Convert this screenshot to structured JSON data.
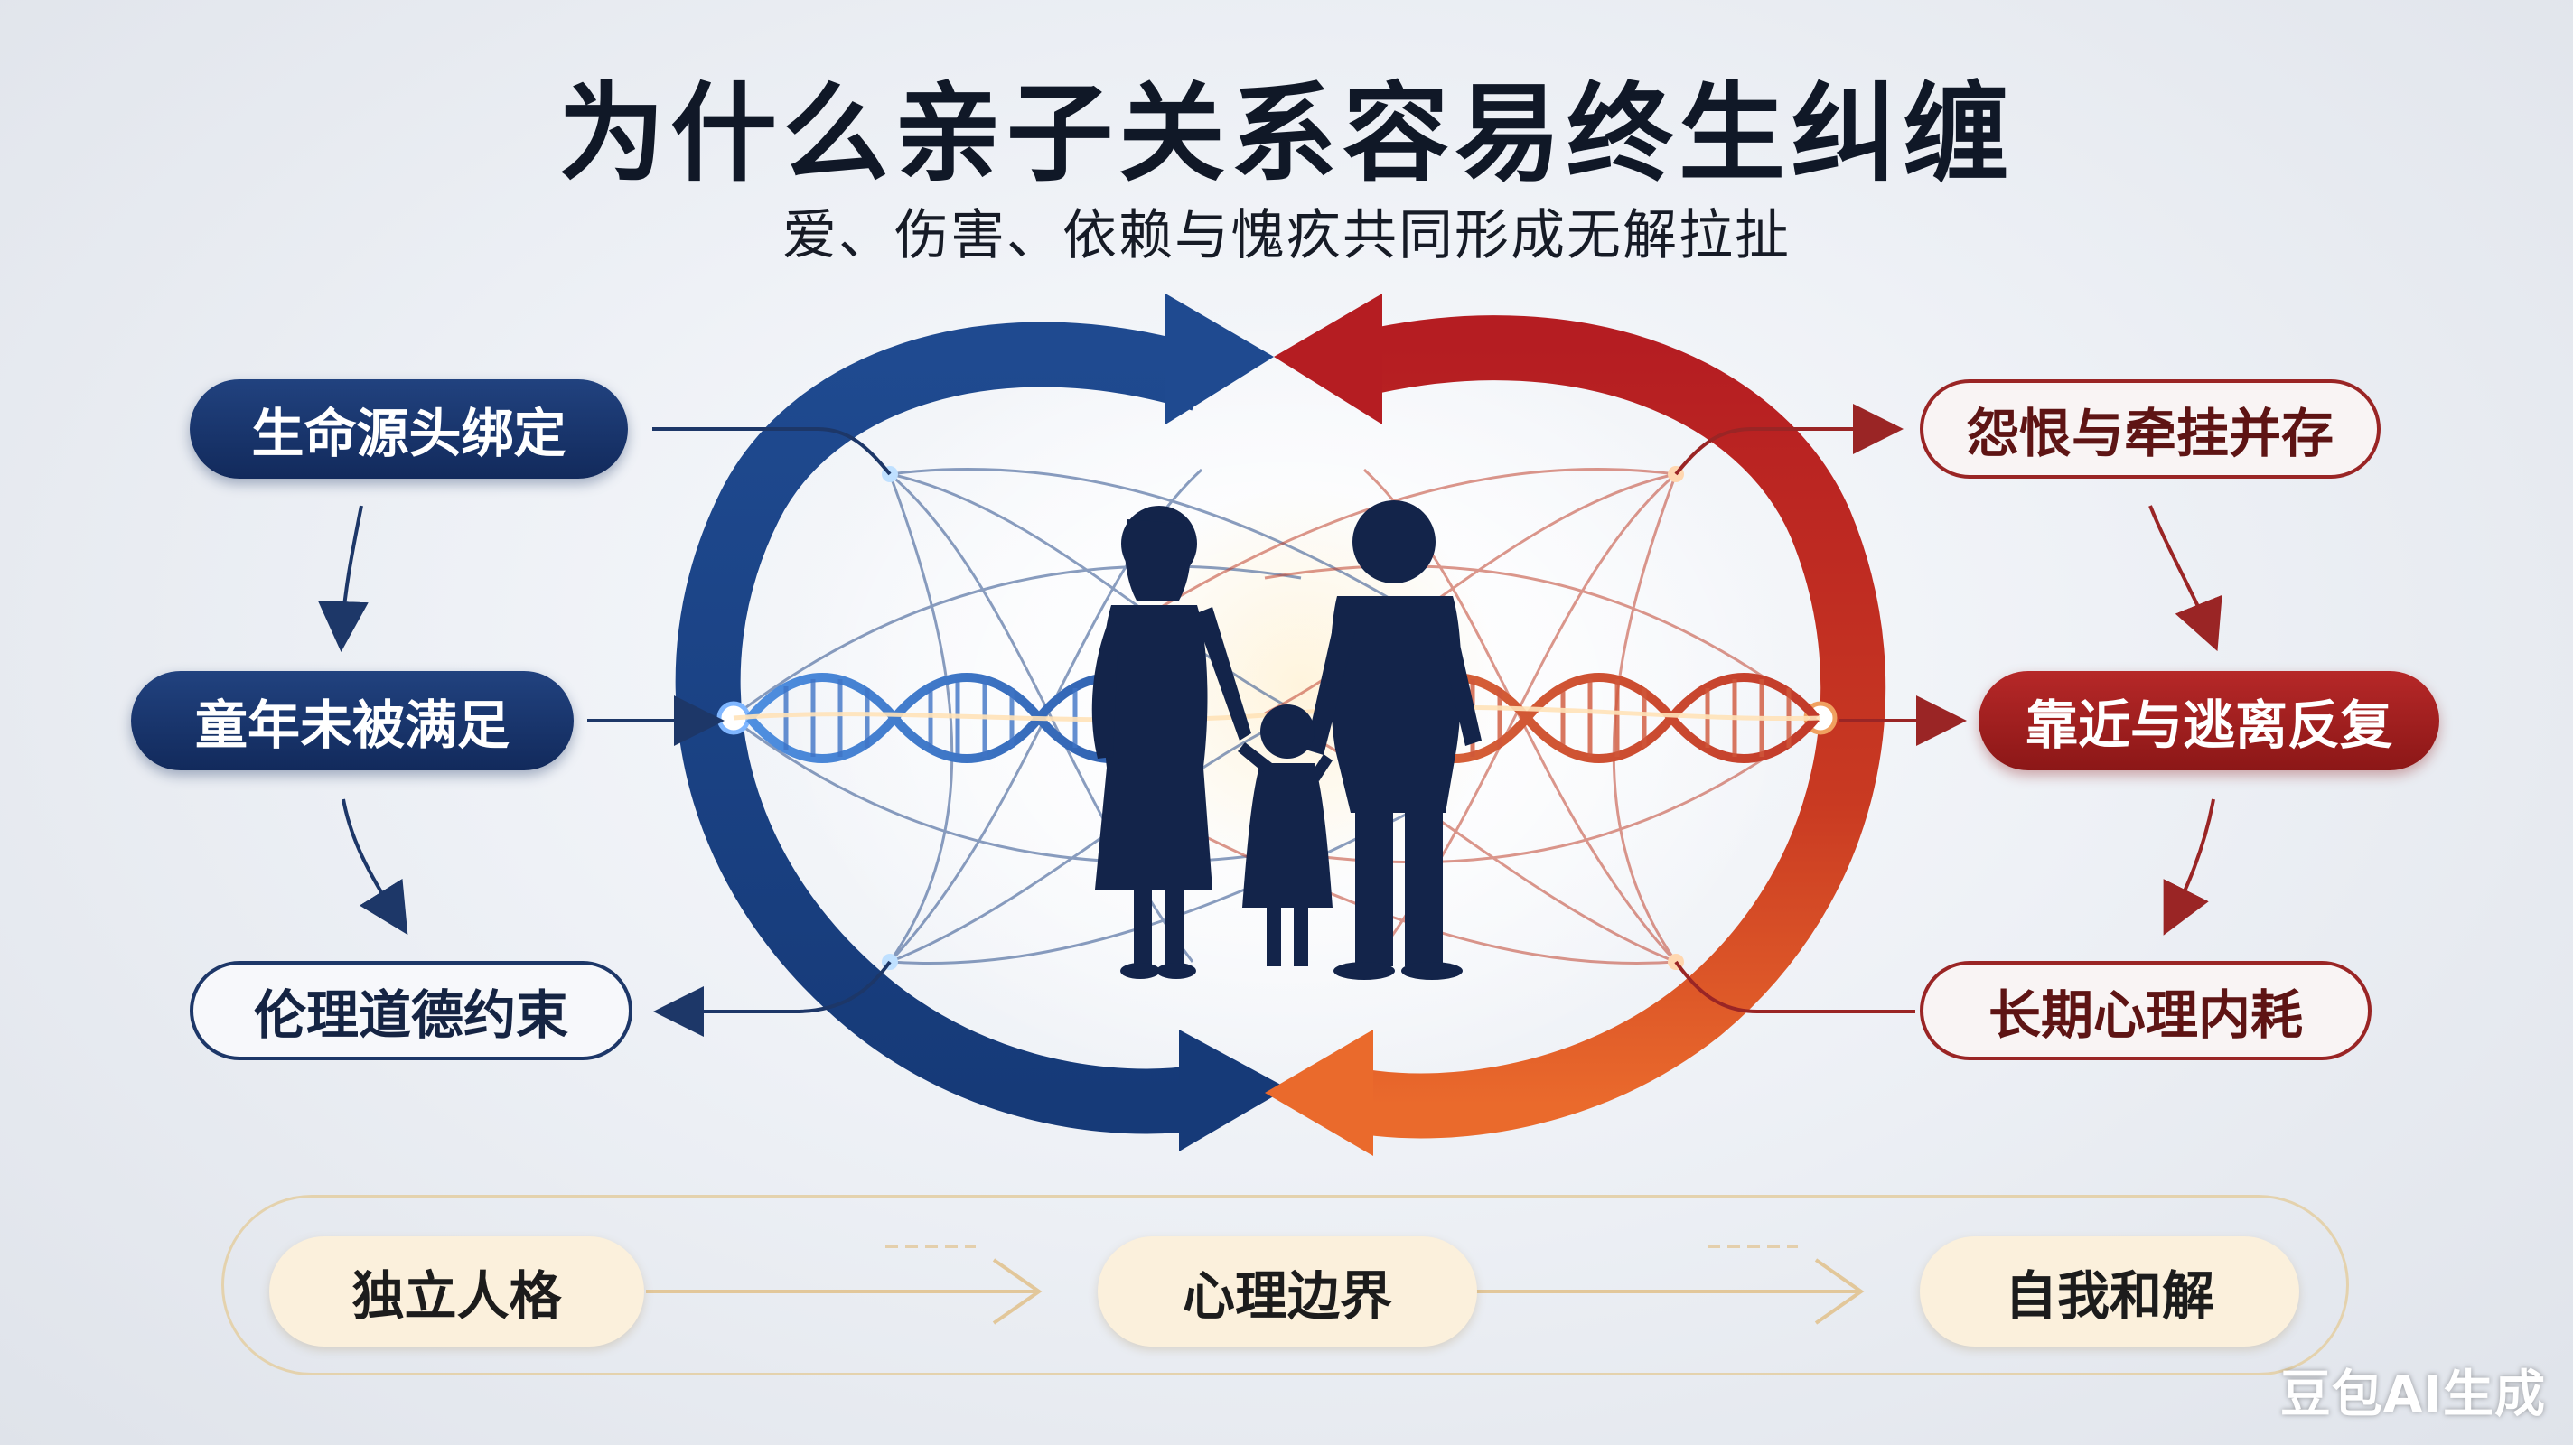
{
  "header": {
    "title": "为什么亲子关系容易终生纠缠",
    "subtitle": "爱、伤害、依赖与愧疚共同形成无解拉扯"
  },
  "left_nodes": [
    {
      "label": "生命源头绑定"
    },
    {
      "label": "童年未被满足"
    },
    {
      "label": "伦理道德约束"
    }
  ],
  "right_nodes": [
    {
      "label": "怨恨与牵挂并存"
    },
    {
      "label": "靠近与逃离反复"
    },
    {
      "label": "长期心理内耗"
    }
  ],
  "bottom_steps": [
    {
      "label": "独立人格"
    },
    {
      "label": "心理边界"
    },
    {
      "label": "自我和解"
    }
  ],
  "icons": {
    "center": "family-silhouette-icon",
    "helix": "dna-helix-icon"
  },
  "colors": {
    "blue": "#1a3c78",
    "red": "#b52121",
    "orange": "#e86a2b",
    "cream": "#fbf0dc"
  },
  "watermark": "豆包AI生成"
}
